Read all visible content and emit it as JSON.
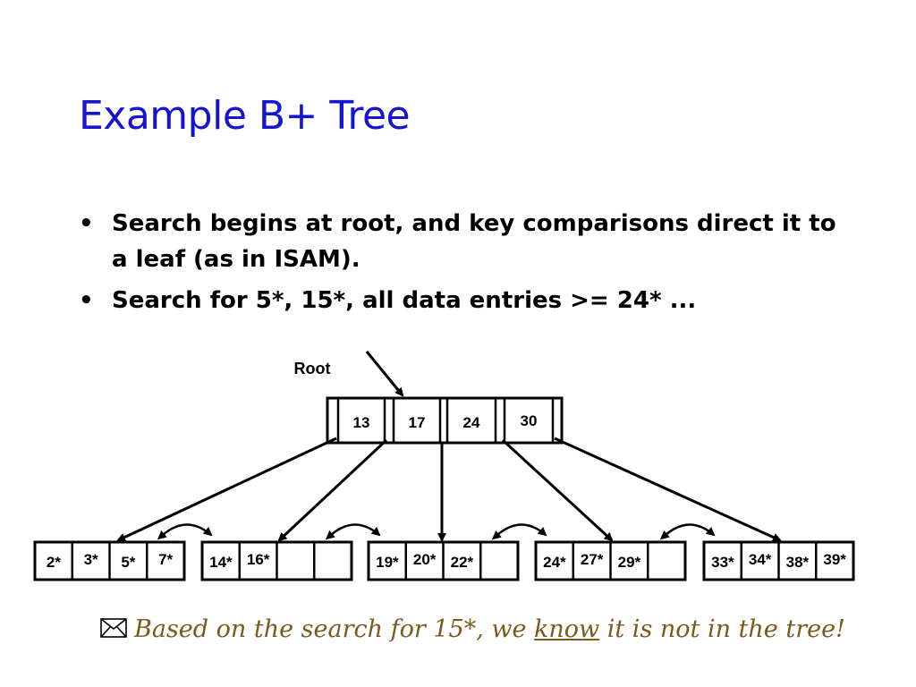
{
  "slide": {
    "title": "Example B+ Tree",
    "bullets": [
      "Search begins at root, and key comparisons direct it to a leaf (as in ISAM).",
      "Search for 5*, 15*, all data entries >= 24* ..."
    ]
  },
  "tree": {
    "root_label": "Root",
    "root_keys": [
      "13",
      "17",
      "24",
      "30"
    ],
    "leaves": [
      [
        "2*",
        "3*",
        "5*",
        "7*"
      ],
      [
        "14*",
        "16*",
        "",
        ""
      ],
      [
        "19*",
        "20*",
        "22*",
        ""
      ],
      [
        "24*",
        "27*",
        "29*",
        ""
      ],
      [
        "33*",
        "34*",
        "38*",
        "39*"
      ]
    ]
  },
  "note": {
    "icon": "envelope-icon",
    "text_before": "Based on the search for 15*, we ",
    "text_emphasis": "know",
    "text_after": " it is not in the tree!",
    "color": "#7a5a1c"
  },
  "colors": {
    "title": "#1414d2",
    "text": "#000000"
  }
}
